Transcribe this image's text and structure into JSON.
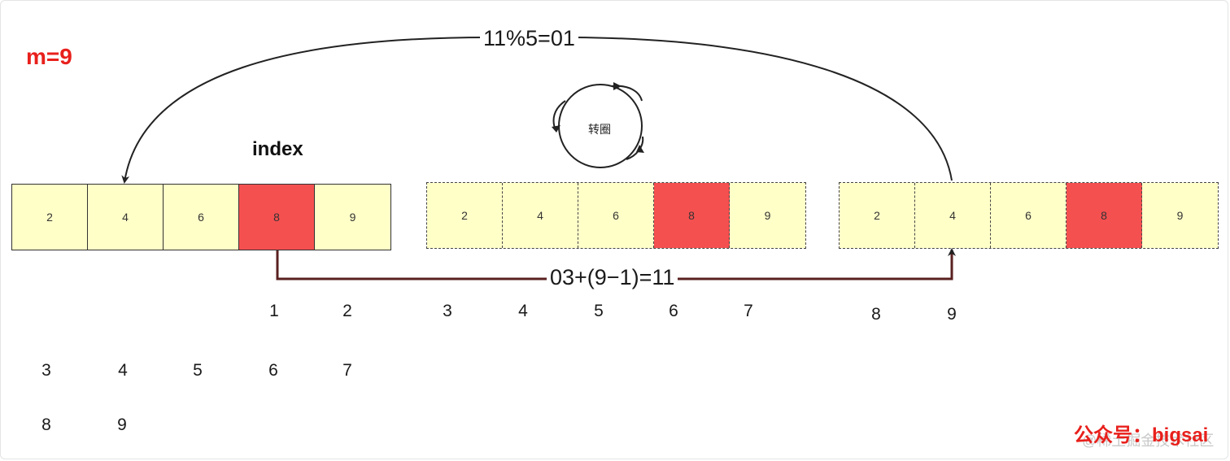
{
  "m_label": "m=9",
  "index_label": "index",
  "top_edge_label": "11%5=01",
  "bottom_edge_label": "03+(9−1)=11",
  "spin_label": "转圈",
  "arrays": [
    {
      "style": "solid",
      "cells": [
        "2",
        "4",
        "6",
        "8",
        "9"
      ],
      "highlight_index": 3
    },
    {
      "style": "dashed",
      "cells": [
        "2",
        "4",
        "6",
        "8",
        "9"
      ],
      "highlight_index": 3
    },
    {
      "style": "dashed",
      "cells": [
        "2",
        "4",
        "6",
        "8",
        "9"
      ],
      "highlight_index": 3
    }
  ],
  "count_rows": [
    [
      "1",
      "2",
      "3",
      "4",
      "5",
      "6",
      "7",
      "8",
      "9"
    ],
    [
      "3",
      "4",
      "5",
      "6",
      "7"
    ],
    [
      "8",
      "9"
    ]
  ],
  "watermark": {
    "brand": "公众号：bigsai",
    "site": "@稀土掘金技术社区"
  },
  "colors": {
    "cell_fill": "#ffffc8",
    "highlight_fill": "#f55050",
    "label_red": "#e8201c",
    "arrow": "#222222",
    "bottom_arrow": "#5a2020"
  }
}
